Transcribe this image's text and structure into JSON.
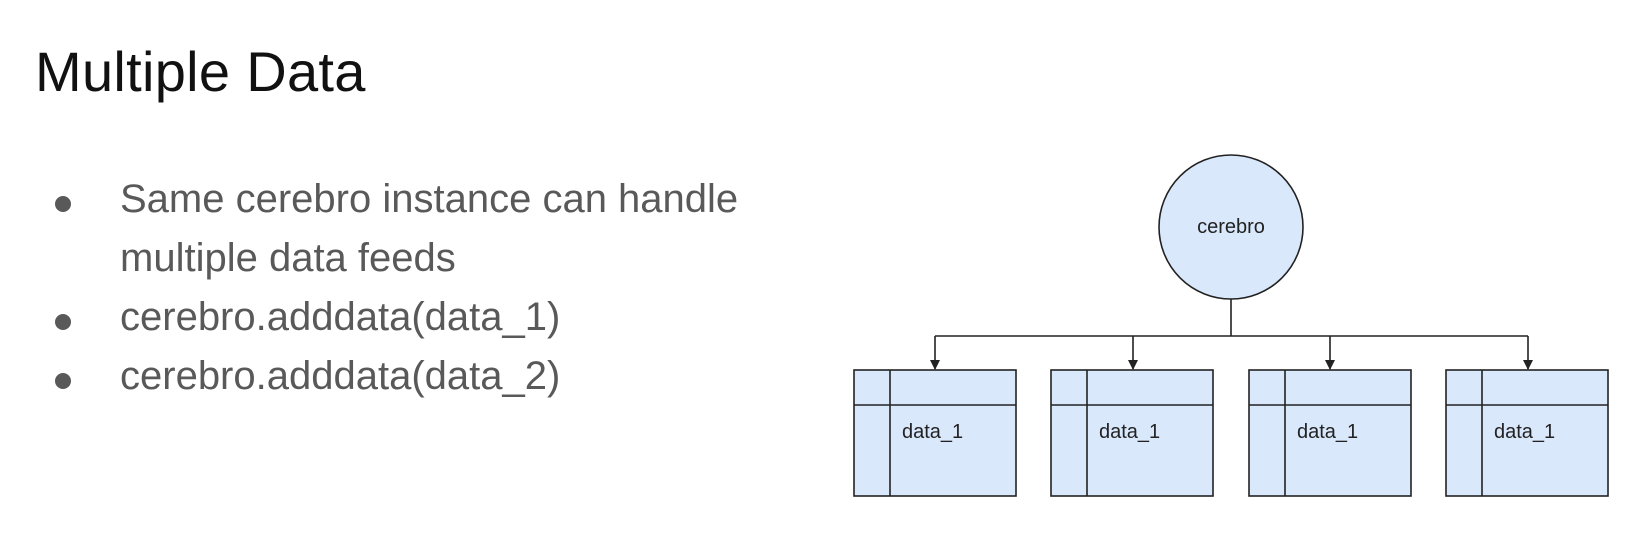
{
  "title": "Multiple Data",
  "bullets": [
    "Same cerebro instance can handle multiple data feeds",
    "cerebro.adddata(data_1)",
    "cerebro.adddata(data_2)"
  ],
  "diagram": {
    "root": {
      "label": "cerebro",
      "fill": "#dae8fc",
      "stroke": "#222222"
    },
    "children": [
      {
        "label": "data_1"
      },
      {
        "label": "data_1"
      },
      {
        "label": "data_1"
      },
      {
        "label": "data_1"
      }
    ],
    "box_fill": "#dae8fc"
  }
}
